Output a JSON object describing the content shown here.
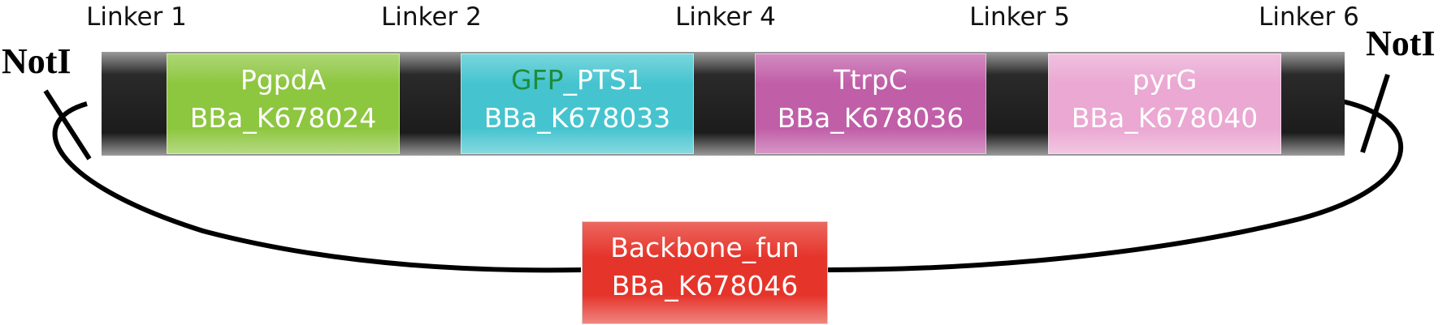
{
  "linkers": [
    "Linker 1",
    "Linker 2",
    "Linker 4",
    "Linker 5",
    "Linker 6"
  ],
  "restriction_sites": {
    "left": "NotI",
    "right": "NotI"
  },
  "parts": [
    {
      "name": "PgpdA",
      "id": "BBa_K678024",
      "color": "#8dc63f"
    },
    {
      "name_highlight": "GFP",
      "name_rest": "_PTS1",
      "id": "BBa_K678033",
      "color": "#45c4cf",
      "highlight_color": "#1e8c3a"
    },
    {
      "name": "TtrpC",
      "id": "BBa_K678036",
      "color": "#c05ea8"
    },
    {
      "name": "pyrG",
      "id": "BBa_K678040",
      "color": "#eaa8d2"
    }
  ],
  "backbone": {
    "name": "Backbone_fun",
    "id": "BBa_K678046",
    "color": "#e5342a"
  },
  "colors": {
    "linker_block": "#2a2a2a",
    "loop_stroke": "#000000"
  }
}
